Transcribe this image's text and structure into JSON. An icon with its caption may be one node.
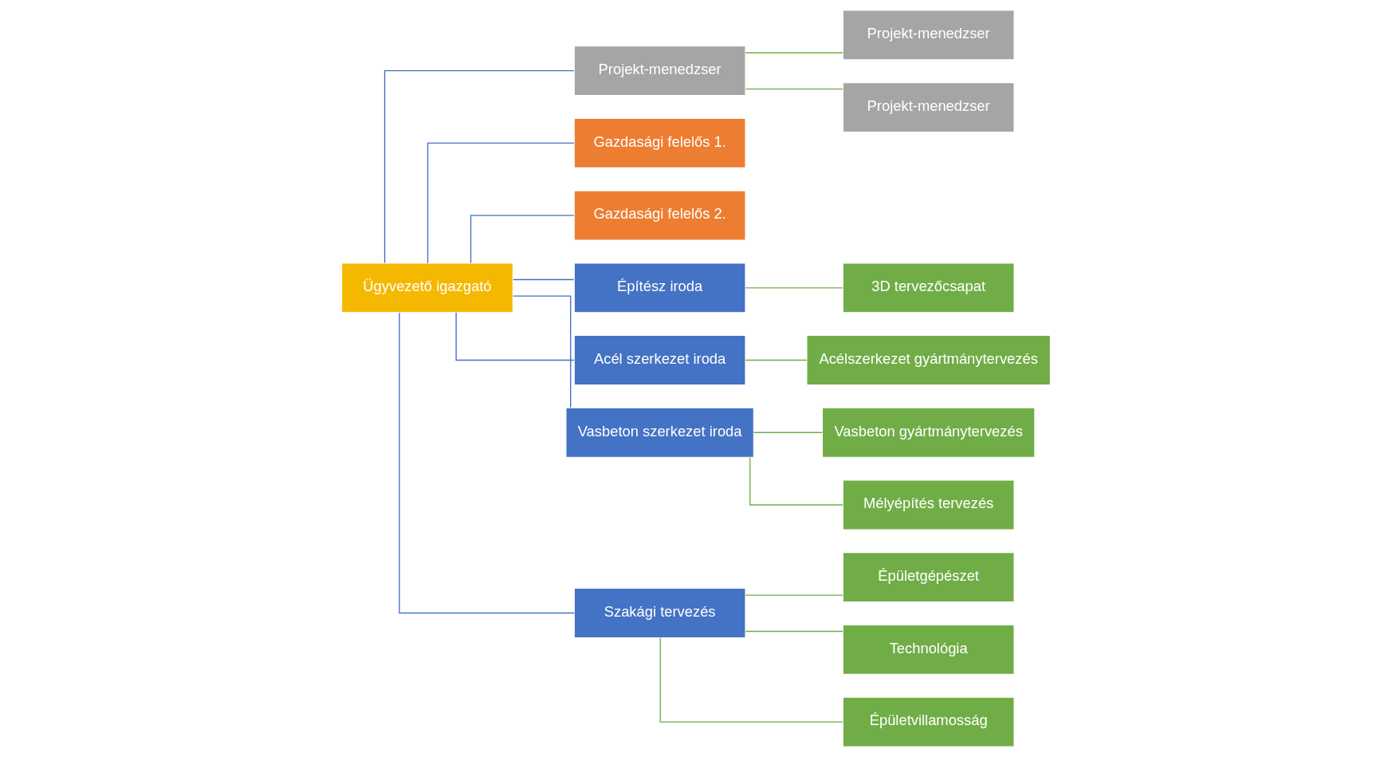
{
  "diagram": {
    "nodes": [
      {
        "text": [
          "Ügyvezető igazgató"
        ]
      },
      {
        "text": [
          "Projekt-menedzser"
        ]
      },
      {
        "text": [
          "Projekt-menedzser"
        ]
      },
      {
        "text": [
          "Projekt-menedzser"
        ]
      },
      {
        "text": [
          "Gazdasági felelős 1."
        ]
      },
      {
        "text": [
          "Gazdasági felelős 2."
        ]
      },
      {
        "text": [
          "Építész iroda"
        ]
      },
      {
        "text": [
          "Acél szerkezet iroda"
        ]
      },
      {
        "text": [
          "Vasbeton szerkezet iroda"
        ]
      },
      {
        "text": [
          "Szakági tervezés"
        ]
      },
      {
        "text": [
          "3D tervezőcsapat"
        ]
      },
      {
        "text": [
          "Acélszerkezet gyártmánytervezés"
        ]
      },
      {
        "text": [
          "Vasbeton gyártmánytervezés"
        ]
      },
      {
        "text": [
          "Mélyépítés tervezés"
        ]
      },
      {
        "text": [
          "Épületgépészet"
        ]
      },
      {
        "text": [
          "Technológia"
        ]
      },
      {
        "text": [
          "Épületvillamosság"
        ]
      }
    ],
    "edges": [
      {
        "from": 0,
        "to": 1,
        "arrow": "none",
        "color": "#4472c4"
      },
      {
        "from": 0,
        "to": 4,
        "arrow": "none",
        "color": "#4472c4"
      },
      {
        "from": 0,
        "to": 5,
        "arrow": "none",
        "color": "#4472c4"
      },
      {
        "from": 0,
        "to": 6,
        "arrow": "none",
        "color": "#4472c4"
      },
      {
        "from": 0,
        "to": 7,
        "arrow": "none",
        "color": "#4472c4"
      },
      {
        "from": 0,
        "to": 8,
        "arrow": "none",
        "color": "#4472c4"
      },
      {
        "from": 0,
        "to": 9,
        "arrow": "none",
        "color": "#4472c4"
      },
      {
        "from": 1,
        "to": 2,
        "arrow": "none"
      },
      {
        "from": 1,
        "to": 3,
        "arrow": "none"
      },
      {
        "from": 6,
        "to": 10,
        "arrow": "none"
      },
      {
        "from": 7,
        "to": 11,
        "arrow": "none"
      },
      {
        "from": 8,
        "to": 12,
        "arrow": "none"
      },
      {
        "from": 8,
        "to": 13,
        "arrow": "none"
      },
      {
        "from": 9,
        "to": 14,
        "arrow": "none"
      },
      {
        "from": 9,
        "to": 15,
        "arrow": "none"
      },
      {
        "from": 9,
        "to": 16,
        "arrow": "none"
      }
    ]
  }
}
